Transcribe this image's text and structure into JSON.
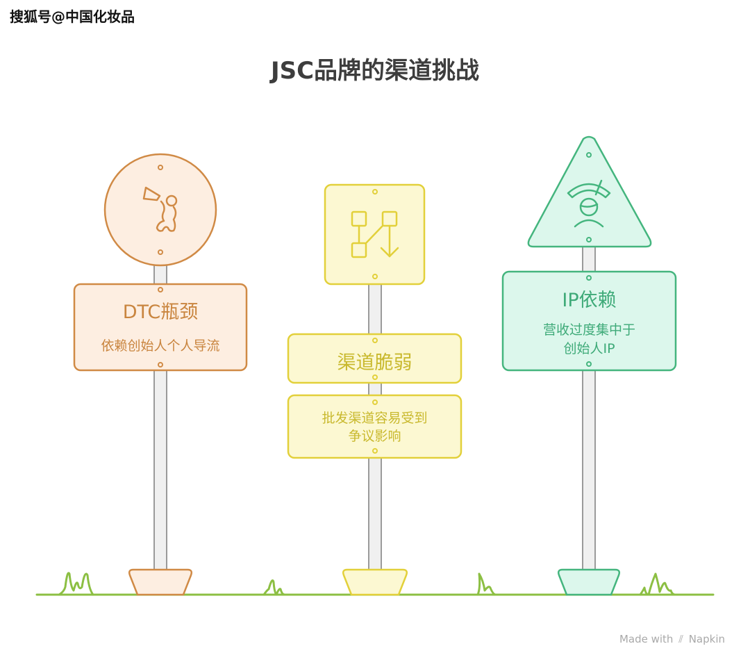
{
  "watermark": "搜狐号@中国化妆品",
  "title": "JSC品牌的渠道挑战",
  "colors": {
    "orange_stroke": "#d08a45",
    "orange_fill": "#fdeee1",
    "yellow_stroke": "#e2d03a",
    "yellow_fill": "#fcf8d2",
    "green_stroke": "#44b57e",
    "green_fill": "#dcf7ec",
    "pole": "#f0f0f0",
    "pole_edge": "#9a9a9a",
    "grass": "#8cbf43"
  },
  "signs": [
    {
      "id": "dtc",
      "shape": "circle",
      "icon": "megaphone-person-icon",
      "heading": "DTC瓶颈",
      "description": "依赖创始人个人导流"
    },
    {
      "id": "channel",
      "shape": "square",
      "icon": "flowchart-arrow-icon",
      "heading": "渠道脆弱",
      "description_line1": "批发渠道容易受到",
      "description_line2": "争议影响"
    },
    {
      "id": "ip",
      "shape": "triangle",
      "icon": "signal-person-icon",
      "heading": "IP依赖",
      "description_line1": "营收过度集中于",
      "description_line2": "创始人IP"
    }
  ],
  "footer": {
    "made_with": "Made with",
    "brand": "Napkin"
  }
}
